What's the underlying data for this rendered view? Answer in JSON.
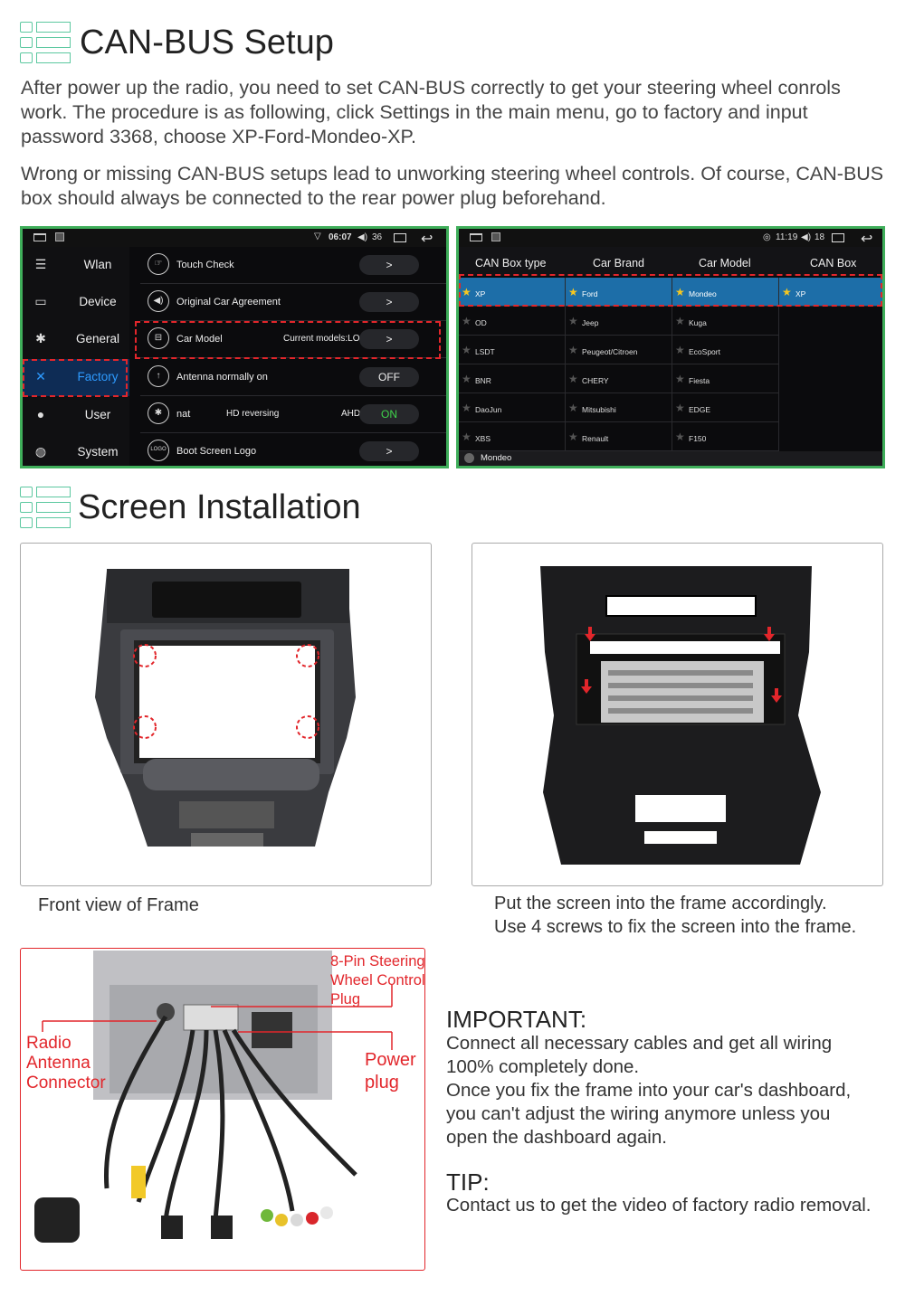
{
  "section1": {
    "title": "CAN-BUS Setup"
  },
  "para1": "After power up the radio, you need to set CAN-BUS correctly to get your steering wheel conrols work. The procedure is as following, click Settings in the main menu, go to factory and input password 3368, choose XP-Ford-Mondeo-XP.",
  "para2": "Wrong or missing CAN-BUS setups lead to unworking steering wheel controls. Of course, CAN-BUS box should always be connected to the rear power plug beforehand.",
  "left_screen": {
    "status": {
      "time": "06:07",
      "volume": "36"
    },
    "sidebar": [
      {
        "label": "Wlan",
        "icon": "wifi-icon"
      },
      {
        "label": "Device",
        "icon": "device-icon"
      },
      {
        "label": "General",
        "icon": "gear-icon"
      },
      {
        "label": "Factory",
        "icon": "wrench-icon"
      },
      {
        "label": "User",
        "icon": "user-icon"
      },
      {
        "label": "System",
        "icon": "globe-icon"
      }
    ],
    "rows": [
      {
        "label": "Touch Check",
        "value": ""
      },
      {
        "label": "Original Car Agreement",
        "value": ""
      },
      {
        "label": "Car Model",
        "value": "Current models:LO"
      },
      {
        "label": "Antenna normally on",
        "value": "OFF"
      },
      {
        "label": "nat",
        "value": "ON",
        "mid": "HD reversing",
        "ahd": "AHD"
      },
      {
        "label": "Boot Screen Logo",
        "value": "",
        "icon_text": "LOGO"
      }
    ]
  },
  "right_screen": {
    "status": {
      "time": "11:19",
      "volume": "18"
    },
    "headers": [
      "CAN Box type",
      "Car Brand",
      "Car Model",
      "CAN Box"
    ],
    "columns": [
      [
        "XP",
        "OD",
        "LSDT",
        "BNR",
        "DaoJun",
        "XBS"
      ],
      [
        "Ford",
        "Jeep",
        "Peugeot/Citroen",
        "CHERY",
        "Mitsubishi",
        "Renault"
      ],
      [
        "Mondeo",
        "Kuga",
        "EcoSport",
        "Fiesta",
        "EDGE",
        "F150"
      ],
      [
        "XP"
      ]
    ],
    "footer": "Mondeo"
  },
  "section2": {
    "title": "Screen Installation"
  },
  "captions": {
    "front": "Front view of Frame",
    "put_line1": "Put the screen into the frame accordingly.",
    "put_line2": "Use 4 screws to fix the screen into the frame."
  },
  "labels": {
    "steering_line1": "8-Pin Steering",
    "steering_line2": "Wheel Control",
    "steering_line3": "Plug",
    "radio_line1": "Radio",
    "radio_line2": "Antenna",
    "radio_line3": "Connector",
    "power_line1": "Power",
    "power_line2": "plug"
  },
  "important": {
    "heading": "IMPORTANT:",
    "line1": "Connect all necessary cables and get all wiring",
    "line2": "100% completely done.",
    "line3": "Once you fix the frame into your car's dashboard,",
    "line4": "you can't adjust the wiring anymore unless you",
    "line5": "open the dashboard again."
  },
  "tip": {
    "heading": "TIP:",
    "line1": "Contact us to get the video of factory radio removal."
  },
  "colors": {
    "accent": "#5cc8a0",
    "red": "#e2262b",
    "screen_border": "#3fae5a",
    "selected": "#1d6ea8"
  }
}
